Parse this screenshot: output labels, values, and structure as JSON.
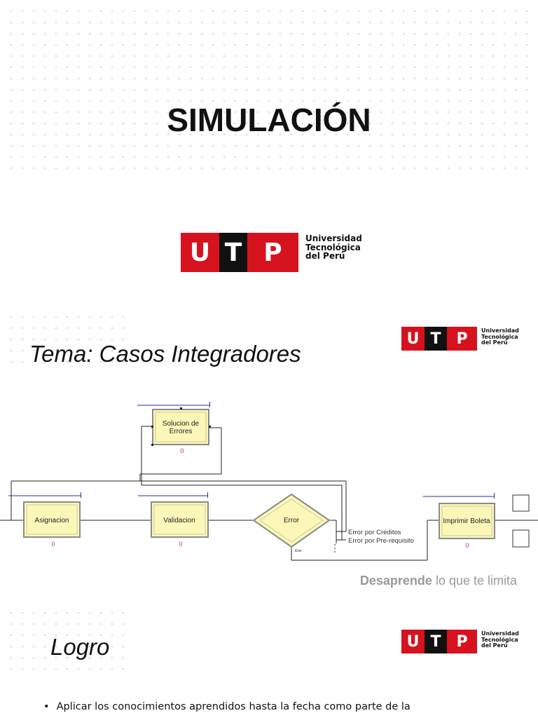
{
  "slide1": {
    "title": "SIMULACIÓN",
    "logo": {
      "letters": [
        "U",
        "T",
        "P"
      ],
      "name_lines": [
        "Universidad",
        "Tecnológica",
        "del Perú"
      ]
    }
  },
  "slide2": {
    "heading": "Tema: Casos Integradores",
    "logo": {
      "letters": [
        "U",
        "T",
        "P"
      ],
      "name_lines": [
        "Universidad",
        "Tecnológica",
        "del Perú"
      ]
    },
    "diagram": {
      "modules": {
        "solucion_line1": "Solucion de",
        "solucion_line2": "Errores",
        "asignacion": "Asignacion",
        "validacion": "Validacion",
        "error": "Error",
        "imprimir": "Imprimir Boleta"
      },
      "counters": [
        "0",
        "0",
        "0",
        "0"
      ],
      "branches": {
        "creditos": "Error por Créditos",
        "prerequisito": "Error por Pre-requisito",
        "else": "Else"
      }
    },
    "tagline": {
      "bold": "Desaprende",
      "rest": " lo que te limita"
    }
  },
  "slide3": {
    "heading": "Logro",
    "logo": {
      "letters": [
        "U",
        "T",
        "P"
      ],
      "name_lines": [
        "Universidad",
        "Tecnológica",
        "del Perú"
      ]
    },
    "bullet_text": "Aplicar los conocimientos aprendidos hasta la fecha como parte de la"
  },
  "colors": {
    "brand_red": "#d7121f",
    "brand_black": "#111111",
    "module_fill": "#fbf7b8",
    "counter_red": "#c0392b",
    "connector_blue": "#1f2f9a"
  }
}
